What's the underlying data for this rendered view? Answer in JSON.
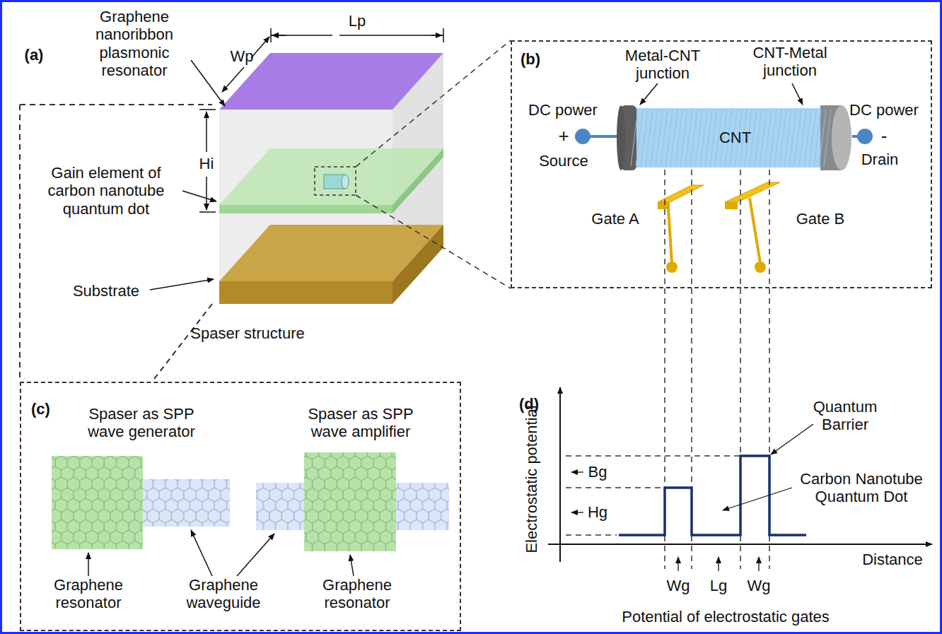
{
  "diagram": {
    "nodes": [
      {
        "text": [
          "(b)"
        ]
      },
      {
        "text": [
          "CNT"
        ],
        "in": 0
      },
      {
        "text": [
          "(c)"
        ]
      }
    ],
    "labels": [
      "(a)",
      "Graphene nanoribbon plasmonic resonator",
      "Wp",
      "Lp",
      "Hi",
      "Gain element of carbon nanotube quantum dot",
      "Substrate",
      "Spaser structure",
      "Metal-CNT junction",
      "CNT-Metal junction",
      "DC power",
      "+",
      "Source",
      "DC power",
      "-",
      "Drain",
      "Gate A",
      "Gate B",
      "Spaser as SPP wave generator",
      "Spaser as SPP wave amplifier",
      "Graphene resonator",
      "Graphene waveguide",
      "Graphene resonator",
      "(d)",
      "Quantum Barrier",
      "Carbon Nanotube Quantum Dot",
      "Electrostatic potential",
      "Bg",
      "Hg",
      "Distance",
      "Wg",
      "Lg",
      "Wg",
      "Potential of electrostatic gates"
    ]
  }
}
